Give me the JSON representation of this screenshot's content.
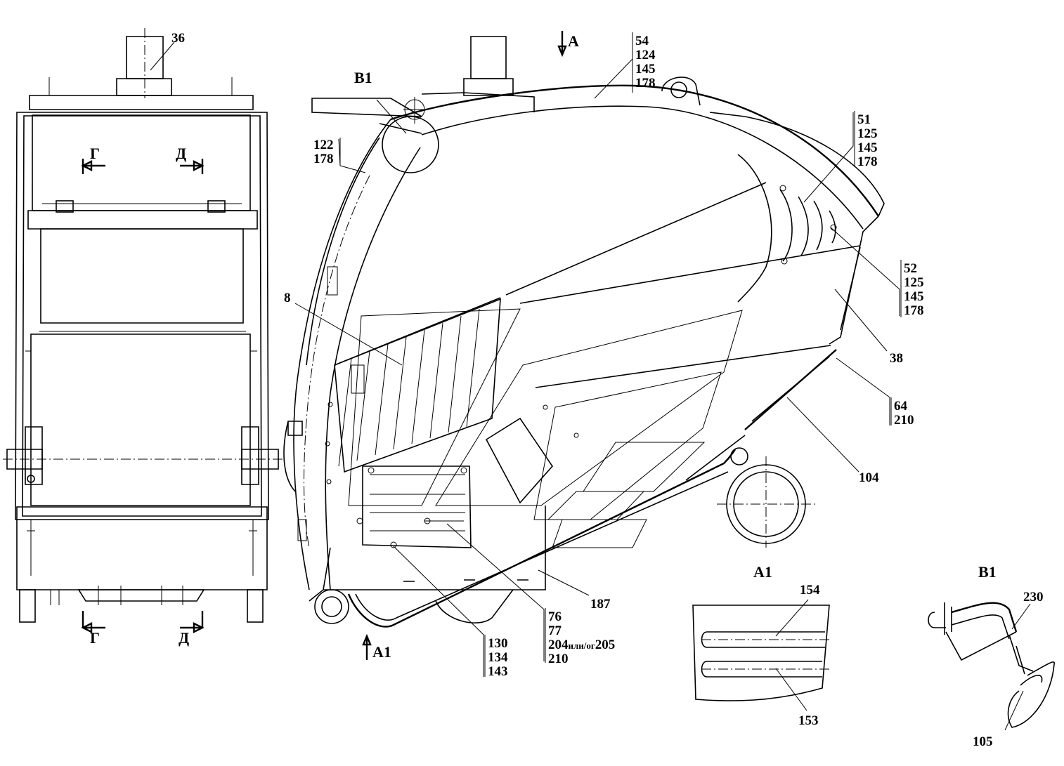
{
  "labels": {
    "pos_36": "36",
    "view_a": "A",
    "group_top": [
      "54",
      "124",
      "145",
      "178"
    ],
    "view_b1": "B1",
    "group_left": [
      "122",
      "178"
    ],
    "group_right_1": [
      "51",
      "125",
      "145",
      "178"
    ],
    "group_right_2": [
      "52",
      "125",
      "145",
      "178"
    ],
    "pos_8": "8",
    "pos_38": "38",
    "group_64": [
      "64",
      "210"
    ],
    "pos_104": "104",
    "pos_187": "187",
    "group_76": [
      "76",
      "77",
      "204",
      "205",
      "210"
    ],
    "or_text": "или/ог",
    "group_130": [
      "130",
      "134",
      "143"
    ],
    "view_a1_arrow": "A1",
    "section_g": "Г",
    "section_d": "Д",
    "detail_a1": "A1",
    "pos_154": "154",
    "pos_153": "153",
    "detail_b1": "B1",
    "pos_230": "230",
    "pos_105": "105"
  }
}
